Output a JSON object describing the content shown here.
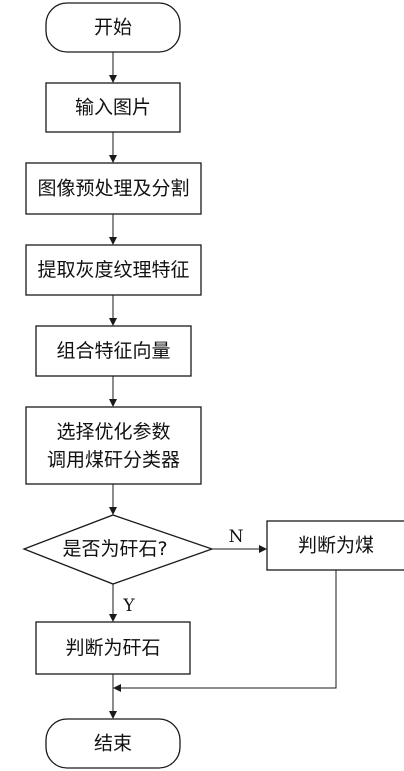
{
  "flowchart": {
    "nodes": {
      "start": "开始",
      "input": "输入图片",
      "preprocess": "图像预处理及分割",
      "extract": "提取灰度纹理特征",
      "combine": "组合特征向量",
      "classify_line1": "选择优化参数",
      "classify_line2": "调用煤矸分类器",
      "decision": "是否为矸石?",
      "judge_coal": "判断为煤",
      "judge_gangue": "判断为矸石",
      "end": "结束"
    },
    "edge_labels": {
      "no": "N",
      "yes": "Y"
    }
  }
}
